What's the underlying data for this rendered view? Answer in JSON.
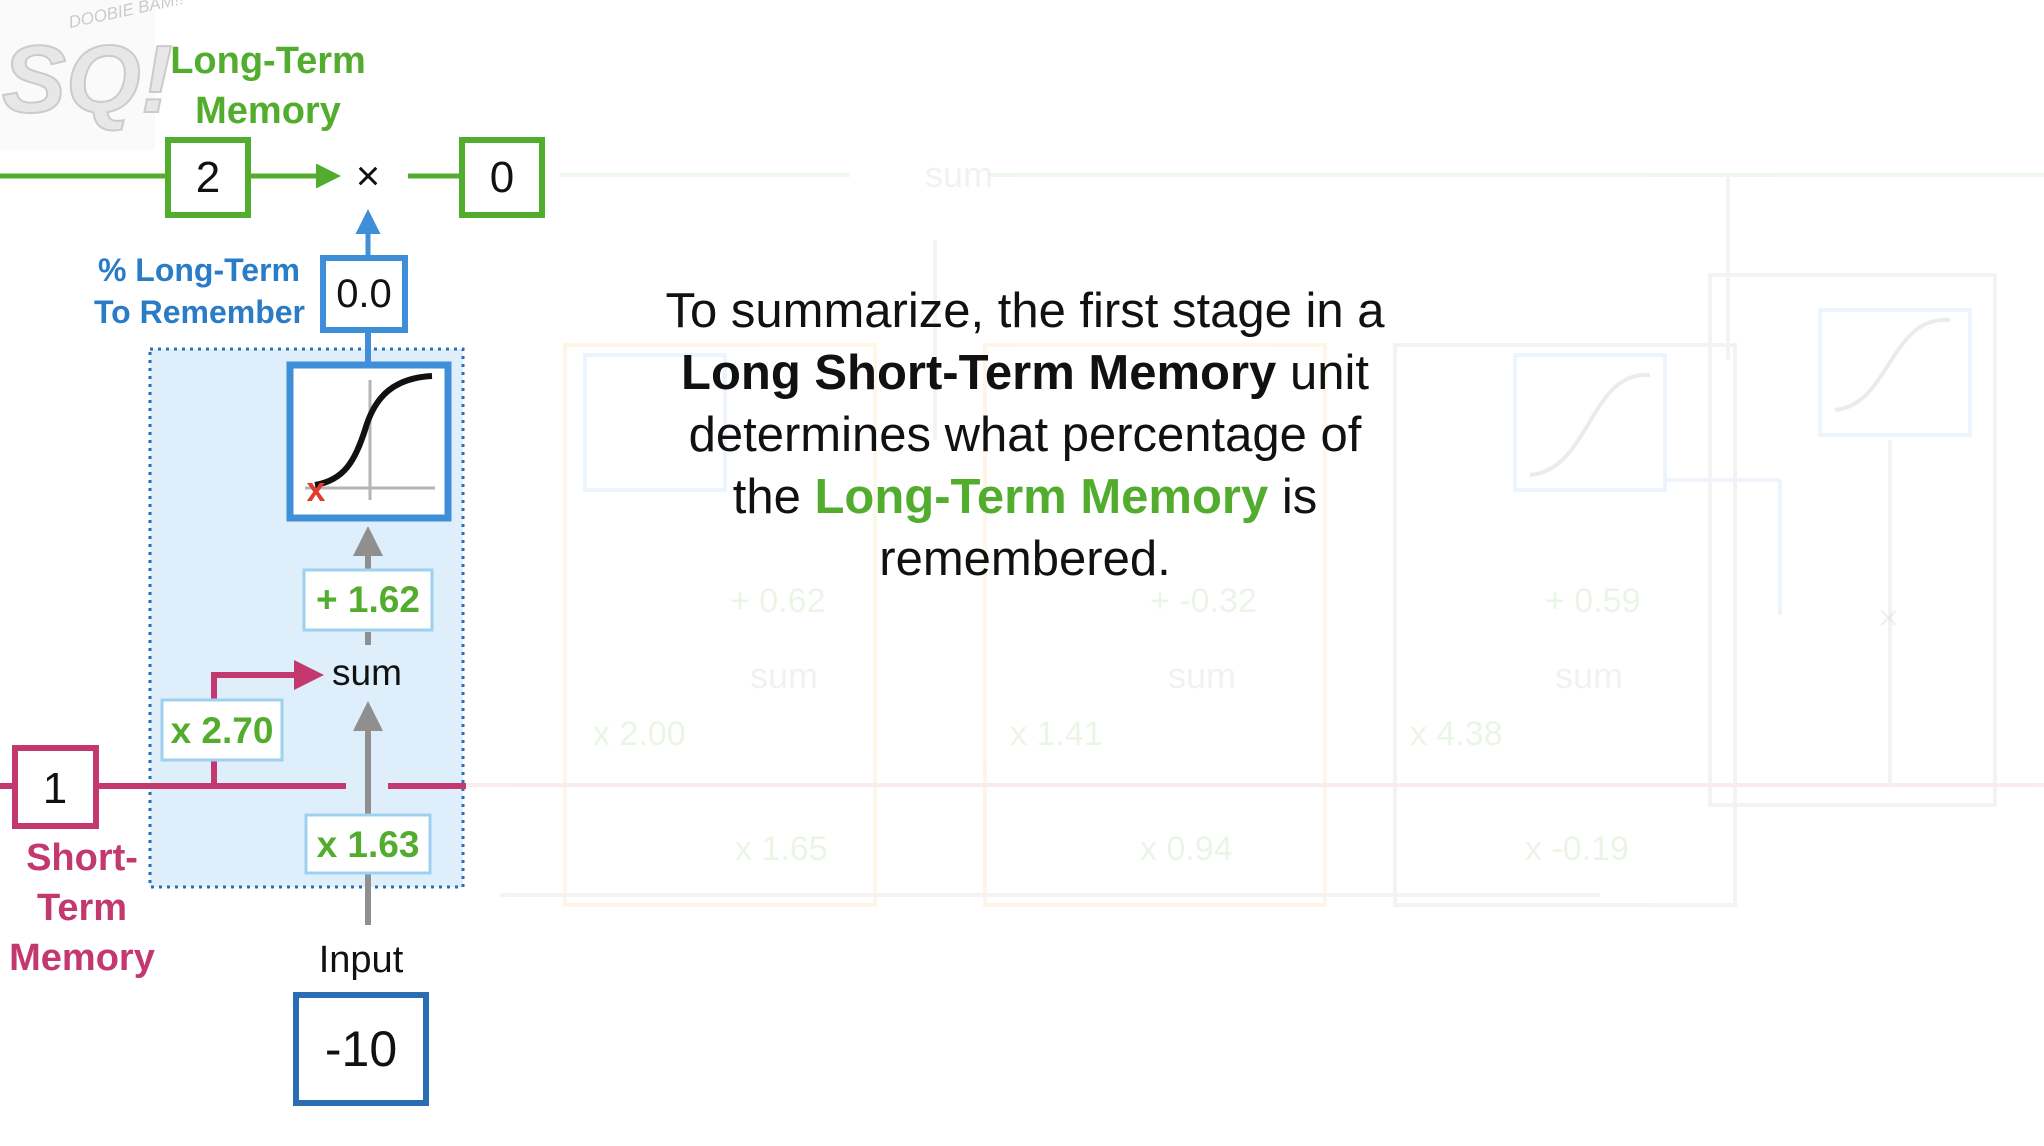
{
  "logo": {
    "text_main": "SQ!",
    "text_small": "DOOBIE BAM!!"
  },
  "long_term_memory": {
    "label_line1": "Long-Term",
    "label_line2": "Memory",
    "input_value": "2",
    "multiply_symbol": "×",
    "output_value": "0"
  },
  "percent_to_remember": {
    "label_line1": "% Long-Term",
    "label_line2": "To Remember",
    "value": "0.0"
  },
  "activation": {
    "marker": "x"
  },
  "bias": {
    "label": "+ 1.62"
  },
  "sum_label": "sum",
  "short_term_weight": {
    "label": "x 2.70"
  },
  "input_weight": {
    "label": "x 1.63"
  },
  "short_term_memory": {
    "value": "1",
    "label_line1": "Short-",
    "label_line2": "Term",
    "label_line3": "Memory"
  },
  "input": {
    "label": "Input",
    "value": "-10"
  },
  "background_faded": {
    "sum_top": "sum",
    "biases": [
      "+ 0.62",
      "+ -0.32",
      "+ 0.59"
    ],
    "sums": [
      "sum",
      "sum",
      "sum"
    ],
    "short_weights": [
      "x 2.00",
      "x 1.41",
      "x 4.38"
    ],
    "input_weights": [
      "x 1.65",
      "x 0.94",
      "x -0.19"
    ],
    "multiply_symbol": "×"
  },
  "summary": {
    "part1": "To summarize, the first stage in a",
    "bold": "Long Short-Term Memory",
    "part2": "unit",
    "part3": "determines what percentage of",
    "part4": "the",
    "green": "Long-Term Memory",
    "part5": "is",
    "part6": "remembered."
  },
  "colors": {
    "green": "#52ad2e",
    "blue": "#3f8fd8",
    "magenta": "#c2386f",
    "dark_blue": "#2a6db3",
    "light_blue_bg": "#deeefb"
  }
}
